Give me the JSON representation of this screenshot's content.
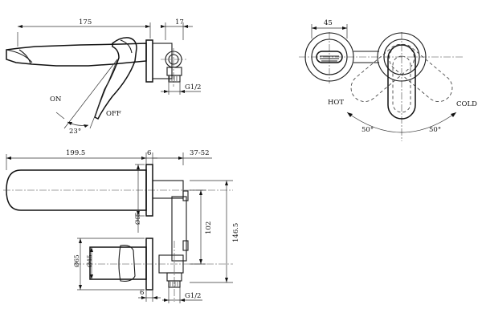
{
  "views": {
    "side": {
      "dim_spout_length": "175",
      "dim_flange": "17",
      "dim_thread": "G1/2",
      "label_on": "ON",
      "label_off": "OFF",
      "dim_angle": "23°"
    },
    "top": {
      "dim_diameter": "45",
      "label_hot": "HOT",
      "label_cold": "COLD",
      "dim_angle_left": "50°",
      "dim_angle_right": "50°"
    },
    "front": {
      "dim_spout_length": "199.5",
      "dim_plate_top": "6",
      "dim_wall_depth": "37-52",
      "dim_spout_plate": "Ø65",
      "dim_handle_plate": "Ø65",
      "dim_handle": "Ø45",
      "dim_spacing": "102",
      "dim_total_height": "146.5",
      "dim_plate_bottom": "6",
      "dim_thread": "G1/2"
    }
  }
}
